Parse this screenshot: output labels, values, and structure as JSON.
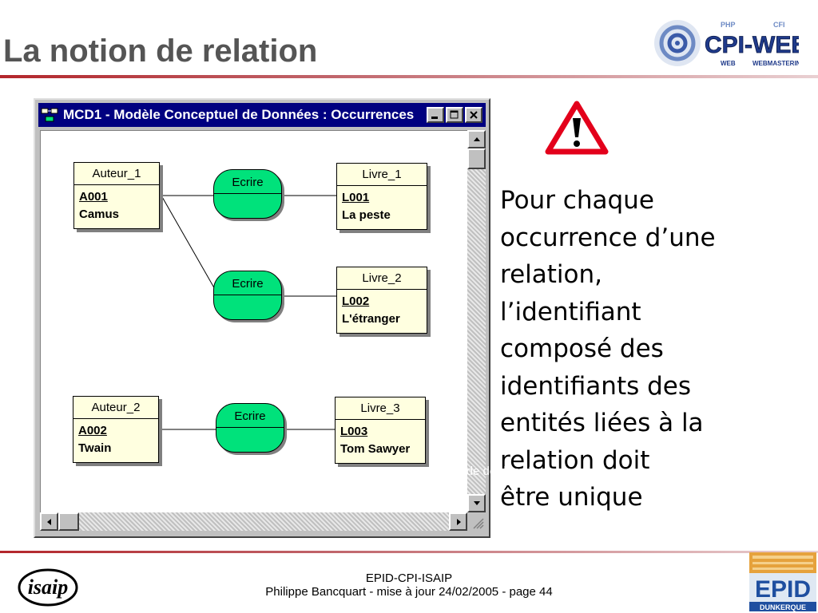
{
  "slide": {
    "title": "La notion de relation"
  },
  "logos": {
    "cpi_web": {
      "main": "CPI-WEB",
      "tag1": "PHP",
      "tag2": "CFI",
      "tag3": "WEB",
      "tag4": "WEBMASTERING"
    },
    "isaip": "isaip",
    "epid": {
      "name": "EPID",
      "city": "DUNKERQUE"
    }
  },
  "window": {
    "title": "MCD1 - Modèle Conceptuel de Données : Occurrences",
    "buttons": [
      "minimize",
      "maximize",
      "close"
    ]
  },
  "diagram": {
    "entities": [
      {
        "name": "Auteur_1",
        "id": "A001",
        "value": "Camus"
      },
      {
        "name": "Livre_1",
        "id": "L001",
        "value": "La peste"
      },
      {
        "name": "Livre_2",
        "id": "L002",
        "value": "L'étranger"
      },
      {
        "name": "Auteur_2",
        "id": "A002",
        "value": "Twain"
      },
      {
        "name": "Livre_3",
        "id": "L003",
        "value": "Tom Sawyer"
      }
    ],
    "relations": [
      "Ecrire",
      "Ecrire",
      "Ecrire"
    ],
    "colors": {
      "relation_fill": "#00e27b",
      "entity_fill": "#ffffe0"
    }
  },
  "explanation": {
    "lines": [
      "Pour chaque",
      "occurrence d’une",
      "relation,",
      "l’identifiant",
      "composé des",
      "identifiants des",
      "entités liées à la",
      "relation doit",
      "être unique"
    ],
    "overlay": "Méthode  de  données  en cours"
  },
  "footer": {
    "line1": "EPID-CPI-ISAIP",
    "line2": "Philippe Bancquart  - mise à jour 24/02/2005 - page 44"
  }
}
